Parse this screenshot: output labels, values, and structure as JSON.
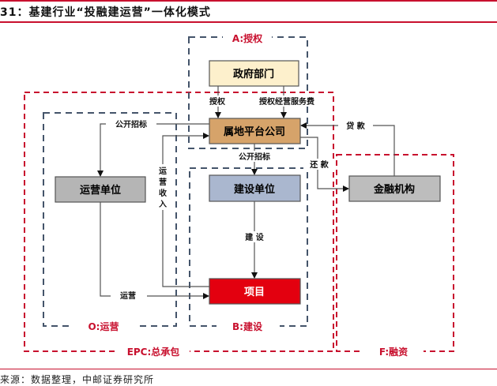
{
  "figure": {
    "title": "31：基建行业“投融建运营”一体化模式",
    "source": "来源：数据整理，中邮证券研究所"
  },
  "colors": {
    "accent_red": "#c8102e",
    "zone_blue": "#44546a",
    "gov_fill": "#fdf0cc",
    "platform_fill": "#d6a36a",
    "builder_fill": "#aab7cf",
    "operator_fill": "#b5b5b5",
    "project_fill": "#e3000f",
    "finance_fill": "#bdbdbd"
  },
  "zones": {
    "authorization": "A:授权",
    "operation": "O:运营",
    "construction": "B:建设",
    "epc": "EPC:总承包",
    "financing": "F:融资"
  },
  "nodes": {
    "government": "政府部门",
    "platform": "属地平台公司",
    "builder": "建设单位",
    "operator": "运营单位",
    "project": "项目",
    "finance": "金融机构"
  },
  "edges": {
    "authorize": "授权",
    "authorized_service_fee": "授权经营服务费",
    "public_tender_operator": "公开招标",
    "public_tender_builder": "公开招标",
    "operating_income": [
      "运",
      "营",
      "收",
      "入"
    ],
    "build": "建 设",
    "operate": "运营",
    "loan": "贷 款",
    "repay": "还 款"
  }
}
